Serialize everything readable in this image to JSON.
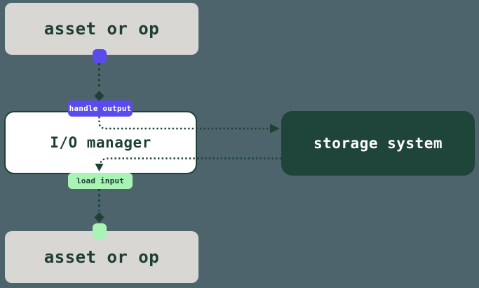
{
  "nodes": {
    "asset_top": "asset or op",
    "io_manager": "I/O manager",
    "storage_system": "storage system",
    "asset_bottom": "asset or op"
  },
  "edges": {
    "handle_output": "handle output",
    "load_input": "load input"
  },
  "colors": {
    "background": "#4d646c",
    "asset_fill": "#d8d7d3",
    "accent_purple": "#5a4cec",
    "accent_green": "#a9f4b5",
    "node_dark": "#1f443a",
    "line": "#1e4136",
    "text_dark": "#1c3e33"
  }
}
